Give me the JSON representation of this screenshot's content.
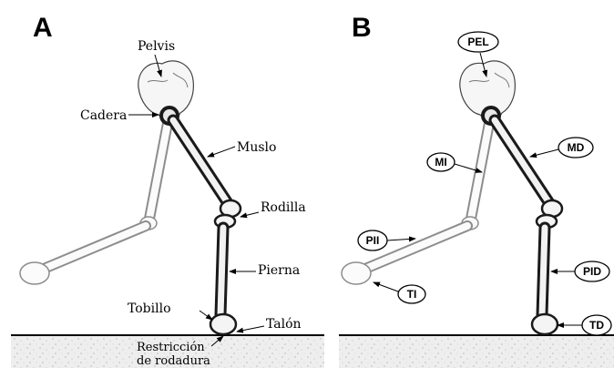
{
  "panels": {
    "a": {
      "label": "A",
      "annotations": {
        "pelvis": "Pelvis",
        "cadera": "Cadera",
        "muslo": "Muslo",
        "rodilla": "Rodilla",
        "pierna": "Pierna",
        "tobillo": "Tobillo",
        "talon": "Talón",
        "restriccion_line1": "Restricción",
        "restriccion_line2": "de rodadura"
      }
    },
    "b": {
      "label": "B",
      "tags": {
        "pel": "PEL",
        "mi": "MI",
        "md": "MD",
        "pii": "PII",
        "pid": "PID",
        "ti": "TI",
        "td": "TD"
      }
    }
  },
  "colors": {
    "ground": "#e6e6e6",
    "bone_outline": "#1a1a1a",
    "bone_outline_faint": "#8d8d8d"
  }
}
